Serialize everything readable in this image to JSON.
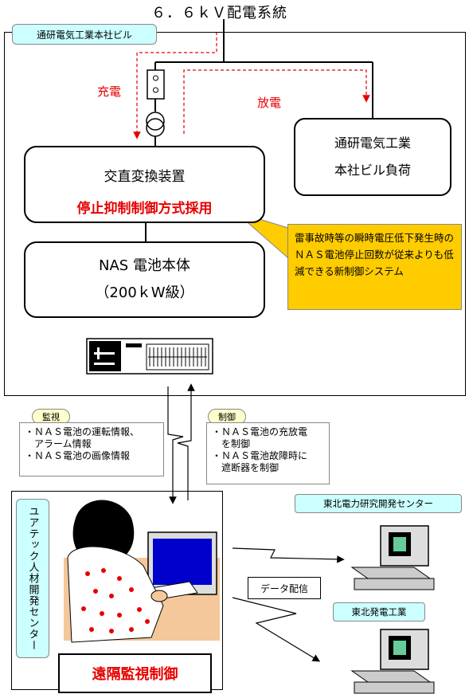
{
  "diagram": {
    "title": "６．６ｋＶ配電系統",
    "building_label": "通研電気工業本社ビル",
    "charge_label": "充電",
    "discharge_label": "放電",
    "load": {
      "line1": "通研電気工業",
      "line2": "本社ビル負荷"
    },
    "converter": {
      "title": "交直変換装置",
      "subtitle": "停止抑制制御方式採用"
    },
    "callout": "雷事故時等の瞬時電圧低下発生時のＮＡＳ電池停止回数が従来よりも低減できる新制御システム",
    "battery": {
      "line1": "NAS 電池本体",
      "line2": "（200ｋW級）"
    },
    "monitoring": {
      "badge": "監視",
      "items": [
        "・ＮＡＳ電池の運転情報、",
        "　アラーム情報",
        "・ＮＡＳ電池の画像情報"
      ]
    },
    "control": {
      "badge": "制御",
      "items": [
        "・ＮＡＳ電池の充放電",
        "　を制御",
        "・ＮＡＳ電池故障時に",
        "　遮断器を制御"
      ]
    },
    "center_label": "ユアテック人材開発センター",
    "remote_label": "遠隔監視制御",
    "data_label": "データ配信",
    "recipients": [
      "東北電力研究開発センター",
      "東北発電工業"
    ],
    "colors": {
      "accent_red": "#e60000",
      "callout": "#ffcc00",
      "label_bg": "#ccffff",
      "badge_bg": "#ffffcc"
    }
  }
}
